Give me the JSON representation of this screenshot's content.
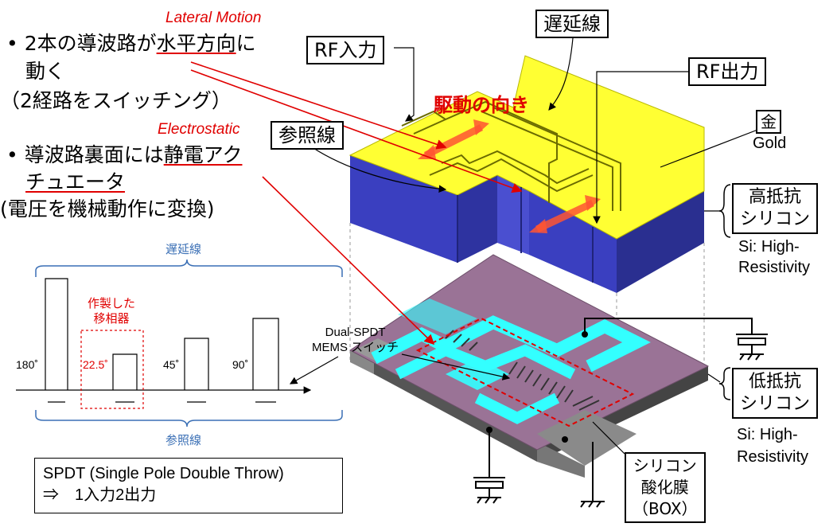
{
  "left_text": {
    "annotation_lateral": "Lateral Motion",
    "bullet1_prefix": "• 2本の導波路が",
    "bullet1_highlight": "水平方向",
    "bullet1_suffix": "に",
    "bullet1_line2": "動く",
    "bullet1_line3": "（2経路をスイッチング）",
    "annotation_electrostatic": "Electrostatic",
    "bullet2_prefix": "• 導波路裏面には",
    "bullet2_highlight1": "静電アク",
    "bullet2_highlight2": "チュエータ",
    "bullet2_line3": "(電圧を機械動作に変換)"
  },
  "callouts": {
    "rf_input": "RF入力",
    "delay_line": "遅延線",
    "rf_output": "RF出力",
    "reference_line": "参照線",
    "drive_direction": "駆動の向き",
    "gold_jp": "金",
    "gold_en": "Gold",
    "high_res_jp_1": "高抵抗",
    "high_res_jp_2": "シリコン",
    "high_res_en_1": "Si: High-",
    "high_res_en_2": "Resistivity",
    "low_res_jp_1": "低抵抗",
    "low_res_jp_2": "シリコン",
    "low_res_en_1": "Si: High-",
    "low_res_en_2": "Resistivity",
    "box_jp_1": "シリコン",
    "box_jp_2": "酸化膜",
    "box_jp_3": "（BOX）",
    "mems_1": "Dual-SPDT",
    "mems_2": "MEMS スイッチ"
  },
  "schematic": {
    "delay_label": "遅延線",
    "reference_label": "参照線",
    "fabricated_1": "作製した",
    "fabricated_2": "移相器",
    "phase_180": "180˚",
    "phase_22": "22.5˚",
    "phase_45": "45˚",
    "phase_90": "90˚"
  },
  "spdt_box": {
    "line1": "SPDT (Single Pole Double Throw)",
    "line2": "⇒　1入力2出力"
  },
  "colors": {
    "gold": "#ffff33",
    "silicon_blue": "#3a3fc0",
    "box_purple": "#9a7396",
    "waveguide_cyan": "#33ffff",
    "red_accent": "#e00000",
    "blue_label": "#3a6fb5"
  }
}
